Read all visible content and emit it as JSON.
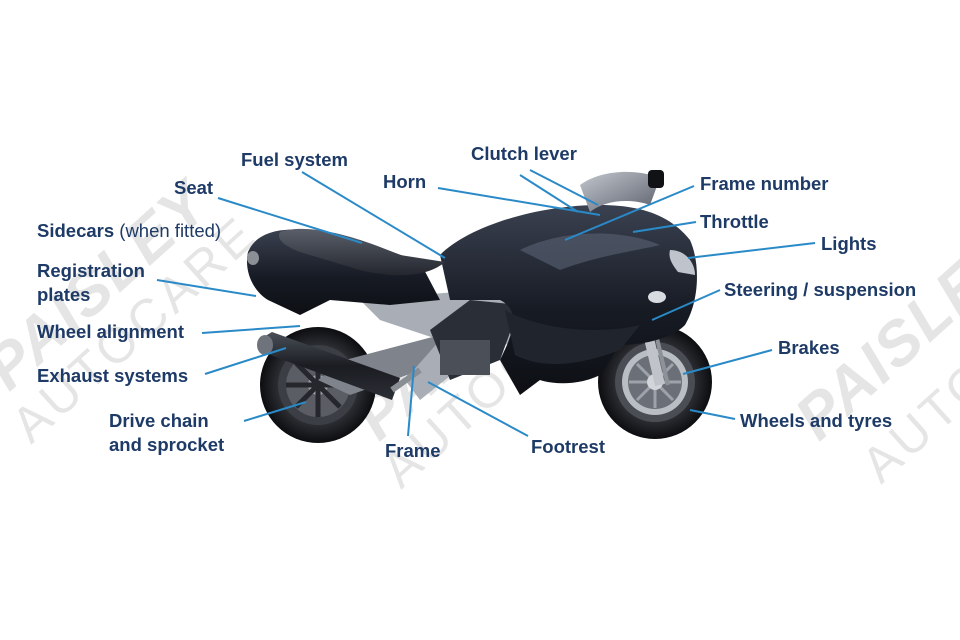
{
  "diagram": {
    "labels": {
      "fuel_system": "Fuel system",
      "clutch_lever": "Clutch lever",
      "seat": "Seat",
      "horn": "Horn",
      "frame_number": "Frame number",
      "sidecars": "Sidecars",
      "sidecars_note": "(when fitted)",
      "throttle": "Throttle",
      "lights": "Lights",
      "registration_line1": "Registration",
      "registration_line2": "plates",
      "steering": "Steering / suspension",
      "wheel_alignment": "Wheel alignment",
      "brakes": "Brakes",
      "exhaust": "Exhaust systems",
      "drive_line1": "Drive chain",
      "drive_line2": "and sprocket",
      "wheels": "Wheels and tyres",
      "footrest": "Footrest",
      "frame": "Frame"
    },
    "colors": {
      "label_text": "#1e3a66",
      "leader_line": "#2a8ac8",
      "bike_body": "#141821",
      "frame_silver": "#a9aeb6",
      "watermark": "#8c8c8c"
    }
  },
  "watermark": {
    "brand": "PAISLEY",
    "sub": "AUTOCARE"
  }
}
